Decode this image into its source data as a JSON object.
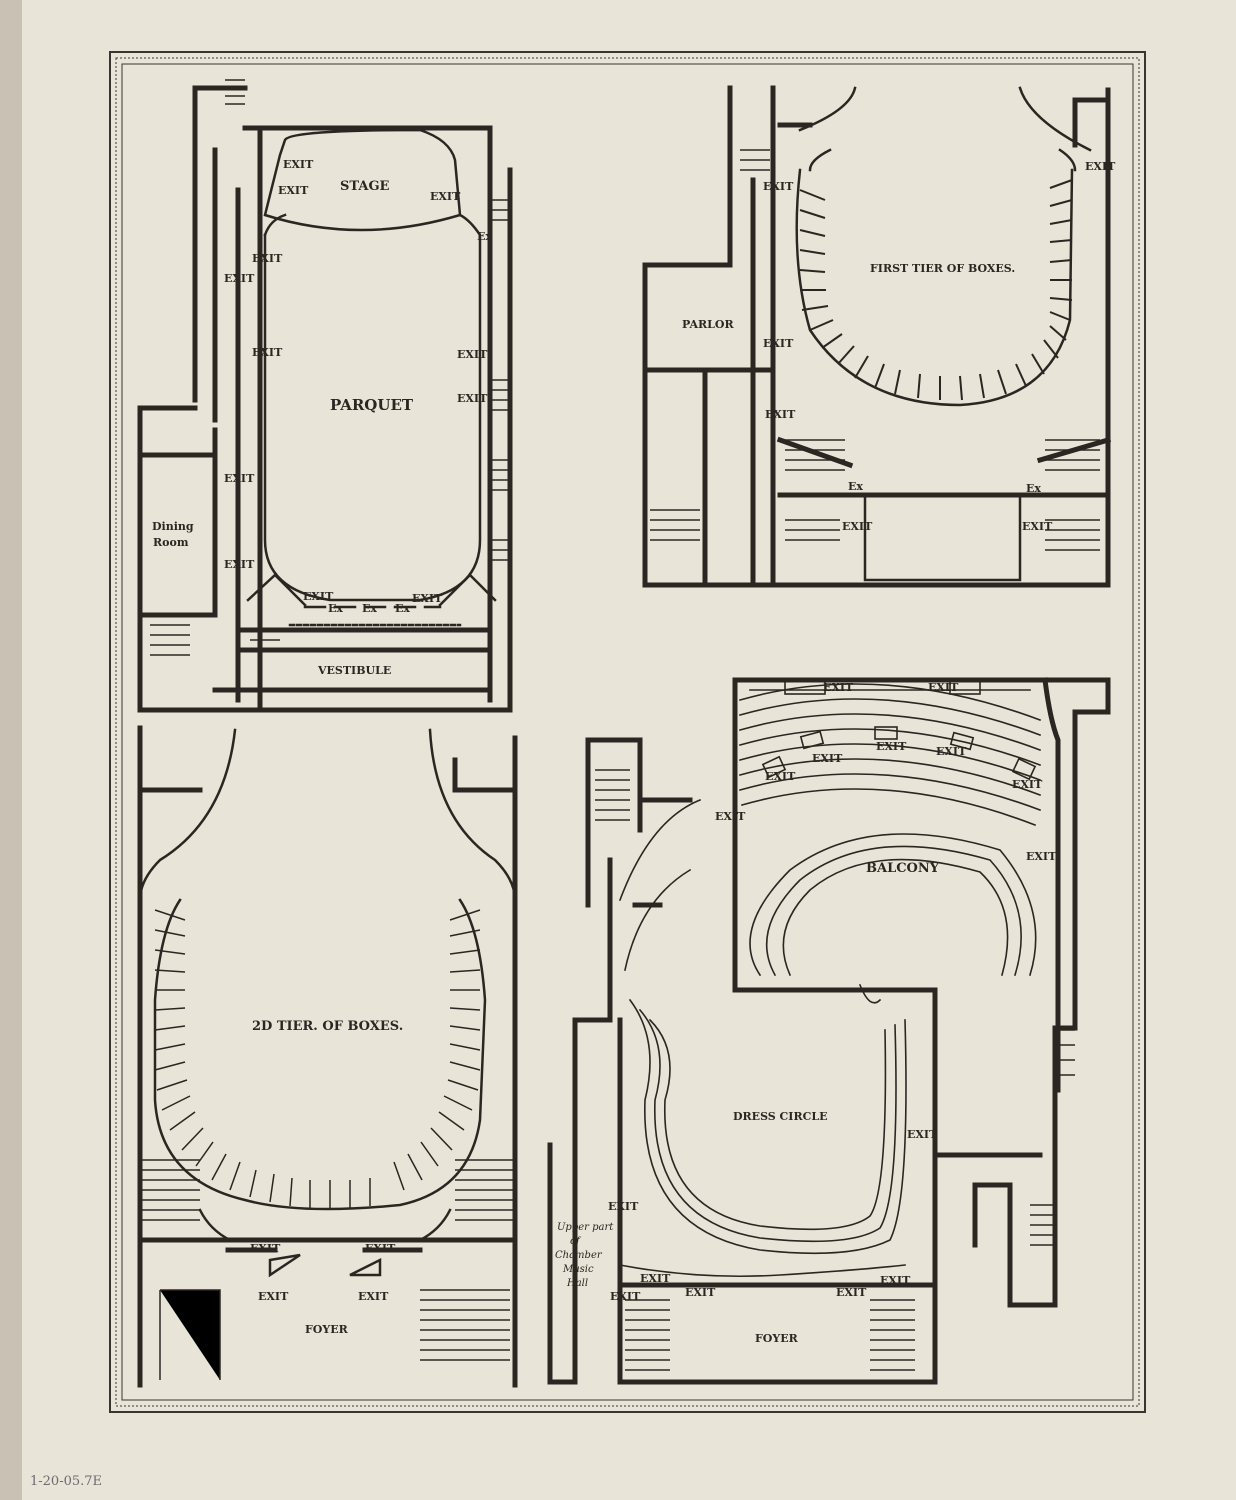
{
  "plans": {
    "parquet": {
      "stage": "STAGE",
      "parquet": "PARQUET",
      "vestibule": "VESTIBULE",
      "dining_1": "Dining",
      "dining_2": "Room",
      "exit": "EXIT",
      "ex": "Ex"
    },
    "first_tier": {
      "title": "FIRST TIER OF BOXES.",
      "parlor": "PARLOR",
      "exit": "EXIT",
      "ex": "Ex"
    },
    "second_tier": {
      "title": "2D TIER. OF BOXES.",
      "foyer": "FOYER",
      "exit": "EXIT"
    },
    "balcony": {
      "balcony": "BALCONY",
      "dress_circle": "DRESS CIRCLE",
      "foyer": "FOYER",
      "exit": "EXIT",
      "chamber_1": "Upper part",
      "chamber_2": "of",
      "chamber_3": "Chamber",
      "chamber_4": "Music",
      "chamber_5": "Hall"
    }
  },
  "margin_note": "1-20-05.7E"
}
